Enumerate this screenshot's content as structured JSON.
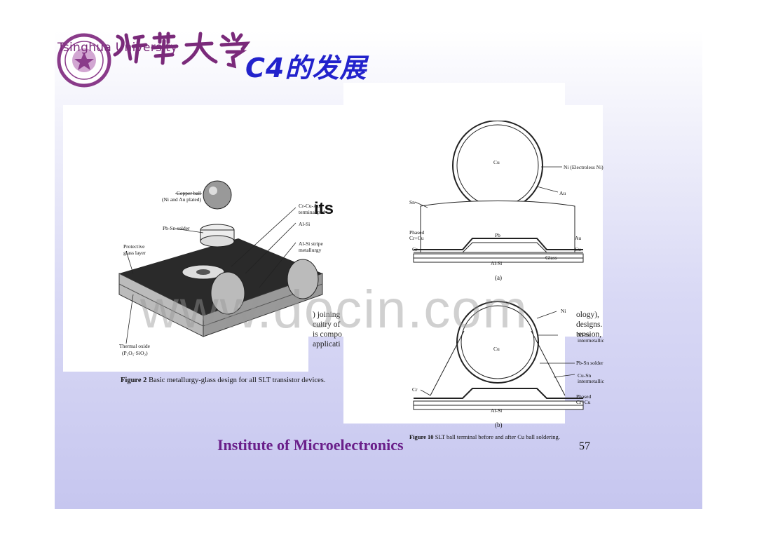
{
  "slide": {
    "title": "C4的发展",
    "logo_text_en": "Tsinghua University",
    "logo_text_cn": "清華大學",
    "footer": "Institute of Microelectronics",
    "page_number": "57",
    "watermark": "www.docin.com"
  },
  "figure_left": {
    "labels": {
      "copper_ball": "Copper ball",
      "copper_ball_note": "(Ni and Au plated)",
      "pb_sn_solder": "Pb-Sn solder",
      "protective_glass": "Protective",
      "protective_glass2": "glass layer",
      "terminal_pad": "Cr-Cu-Au",
      "terminal_pad2": "terminal pad",
      "al_si": "Al-Si",
      "al_si_stripe": "Al-Si stripe",
      "al_si_stripe2": "metallurgy",
      "thermal_oxide": "Thermal oxide",
      "thermal_oxide2": "(P₂O₅·SiO₂)"
    },
    "caption_bold": "Figure 2",
    "caption_text": "Basic metallurgy-glass design for all SLT transistor devices."
  },
  "figure_right": {
    "a_labels": {
      "cu": "Cu",
      "ni": "Ni (Electroless Ni)",
      "au": "Au",
      "sn": "Sn",
      "pb": "Pb",
      "phased": "Phased",
      "phased2": "Cr+Cu",
      "cr": "Cr",
      "au2": "Au",
      "cu2": "Cu",
      "glass": "Glass",
      "alsi": "Al-Si",
      "tag": "(a)"
    },
    "b_labels": {
      "ni": "Ni",
      "nisn": "Ni-Sn",
      "nisn2": "intermetallic",
      "cu": "Cu",
      "pbsn": "Pb-Sn solder",
      "cusn": "Cu-Sn",
      "cusn2": "intermetallic",
      "cr": "Cr",
      "phased": "Phased",
      "phased2": "Cr+Cu",
      "alsi": "Al-Si",
      "tag": "(b)"
    },
    "caption_bold": "Figure 10",
    "caption_text": "SLT ball terminal before and after Cu ball soldering."
  },
  "background_text": {
    "its": "its",
    "line1": ") joining",
    "line2": "cuitry of",
    "line3": "is compo",
    "line4": "applicati",
    "r1": "ology),",
    "r2": "designs.",
    "r3": "tension,"
  }
}
